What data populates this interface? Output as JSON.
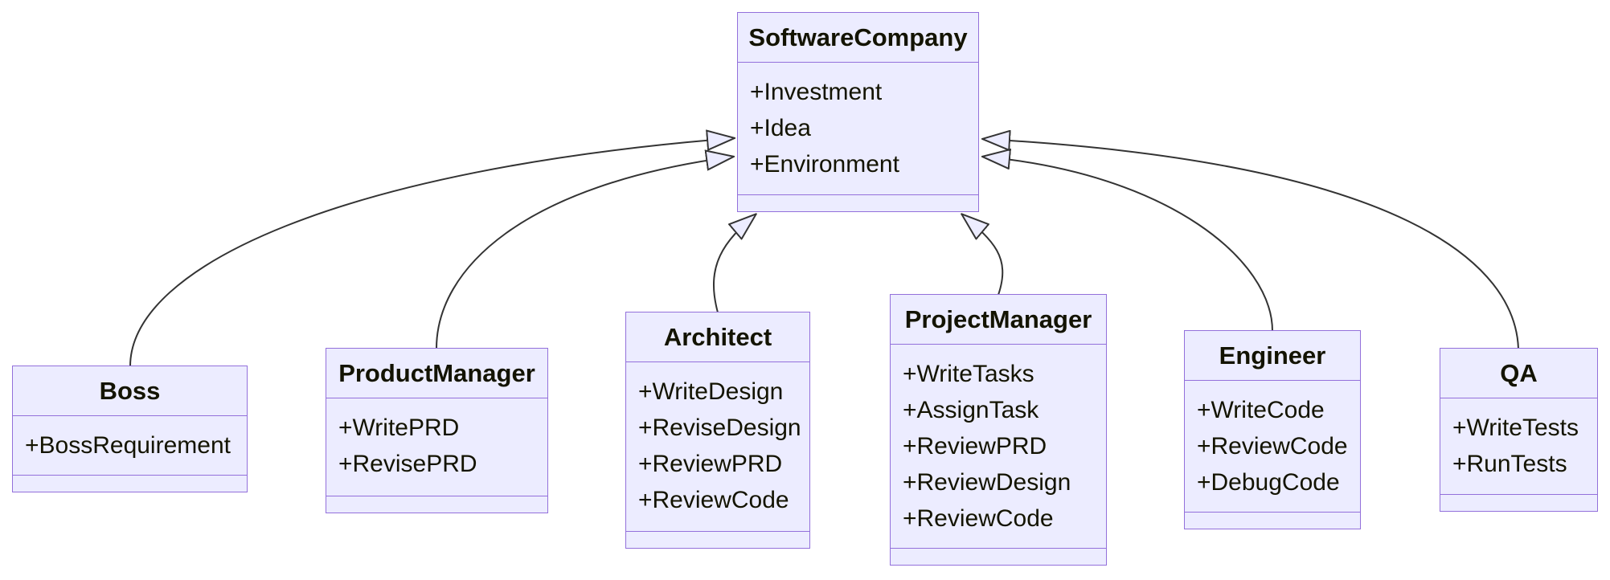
{
  "diagram": {
    "type": "uml-class-diagram",
    "classes": [
      {
        "name": "SoftwareCompany",
        "members": [
          "+Investment",
          "+Idea",
          "+Environment"
        ]
      },
      {
        "name": "Boss",
        "members": [
          "+BossRequirement"
        ]
      },
      {
        "name": "ProductManager",
        "members": [
          "+WritePRD",
          "+RevisePRD"
        ]
      },
      {
        "name": "Architect",
        "members": [
          "+WriteDesign",
          "+ReviseDesign",
          "+ReviewPRD",
          "+ReviewCode"
        ]
      },
      {
        "name": "ProjectManager",
        "members": [
          "+WriteTasks",
          "+AssignTask",
          "+ReviewPRD",
          "+ReviewDesign",
          "+ReviewCode"
        ]
      },
      {
        "name": "Engineer",
        "members": [
          "+WriteCode",
          "+ReviewCode",
          "+DebugCode"
        ]
      },
      {
        "name": "QA",
        "members": [
          "+WriteTests",
          "+RunTests"
        ]
      }
    ],
    "relations": [
      {
        "from": "Boss",
        "to": "SoftwareCompany",
        "type": "inheritance",
        "arrow": "hollow-triangle"
      },
      {
        "from": "ProductManager",
        "to": "SoftwareCompany",
        "type": "inheritance",
        "arrow": "hollow-triangle"
      },
      {
        "from": "Architect",
        "to": "SoftwareCompany",
        "type": "inheritance",
        "arrow": "hollow-triangle"
      },
      {
        "from": "ProjectManager",
        "to": "SoftwareCompany",
        "type": "inheritance",
        "arrow": "hollow-triangle"
      },
      {
        "from": "Engineer",
        "to": "SoftwareCompany",
        "type": "inheritance",
        "arrow": "hollow-triangle"
      },
      {
        "from": "QA",
        "to": "SoftwareCompany",
        "type": "inheritance",
        "arrow": "hollow-triangle"
      }
    ],
    "colors": {
      "node_fill": "#ECECFF",
      "node_border": "#9370DB",
      "edge": "#333333",
      "text": "#131300",
      "background": "#FFFFFF"
    }
  }
}
